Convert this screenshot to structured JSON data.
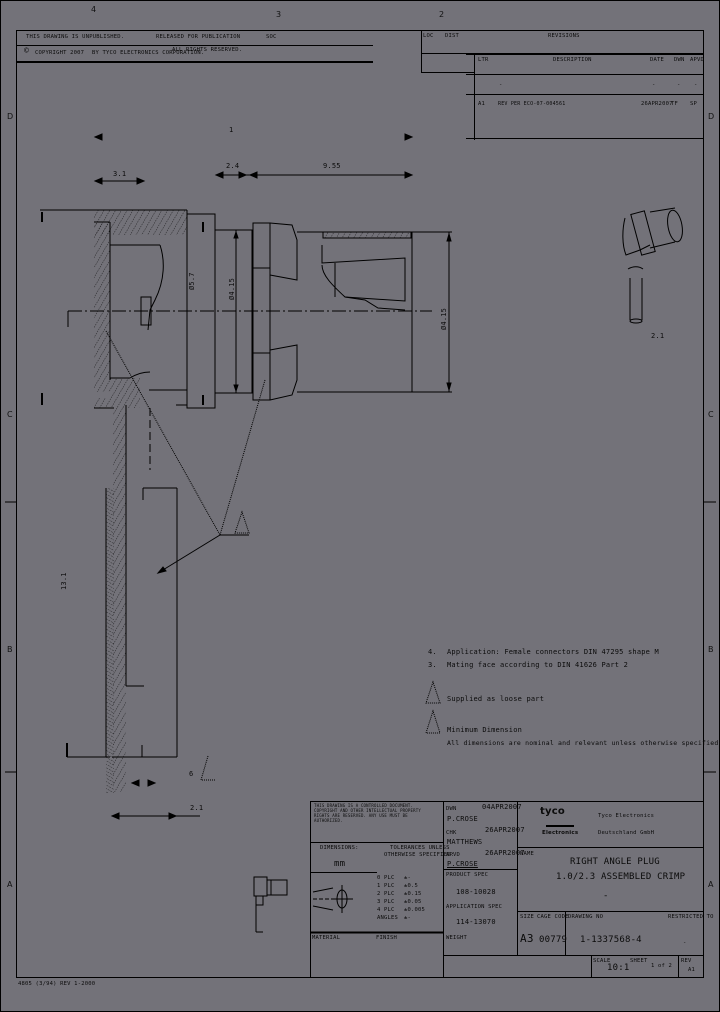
{
  "sheet": {
    "background": "#737279",
    "line_color": "#000000",
    "zones_top": [
      "4",
      "3",
      "2"
    ],
    "zones_side": [
      "D",
      "C",
      "B",
      "A"
    ]
  },
  "header_strip": {
    "drawing_notice": "THIS DRAWING IS UNPUBLISHED.",
    "release_notice": "RELEASED FOR PUBLICATION",
    "copyright": "COPYRIGHT 2007",
    "rights_notice": "BY TYCO ELECTRONICS CORPORATION.",
    "all_rights": "ALL RIGHTS RESERVED.",
    "loc_code": "SOC"
  },
  "revisions": {
    "title": "REVISIONS",
    "loc_label": "LOC",
    "dist_label": "DIST",
    "columns": [
      "LTR",
      "DESCRIPTION",
      "DATE",
      "DWN",
      "APVD"
    ],
    "rows": [
      {
        "ltr": "-",
        "description": "-",
        "date": "-",
        "dwn": "-",
        "apvd": "-"
      },
      {
        "ltr": "A1",
        "description": "REV PER ECO-07-004561",
        "date": "26APR2007",
        "dwn": "TF",
        "apvd": "SP"
      }
    ]
  },
  "dimensions": {
    "overall": "1",
    "left_offset": "3.1",
    "mid_step": "2.4",
    "right_length": "9.55",
    "dia_flange": "Ø5.7",
    "dia_body": "Ø4.15",
    "dia_mating": "Ø4.15",
    "pin_length": "13.1",
    "bottom_width": "2.1",
    "pin_width": "6",
    "iso_view_label": "2.1"
  },
  "notes": [
    {
      "id": "4.",
      "text": "Application: Female connectors DIN 47295 shape M"
    },
    {
      "id": "3.",
      "text": "Mating face according to DIN 41626 Part 2"
    },
    {
      "id": "2",
      "marker": "triangle",
      "text": "Supplied as loose part"
    },
    {
      "id": "1",
      "marker": "triangle",
      "text": "Minimum Dimension",
      "subtext": "All dimensions are nominal and relevant unless otherwise specified"
    }
  ],
  "title_block": {
    "fine_print": "THIS DRAWING IS A CONTROLLED DOCUMENT. COPYRIGHT AND OTHER INTELLECTUAL PROPERTY RIGHTS ARE RESERVED. ANY USE MUST BE AUTHORIZED.",
    "dimensions_label": "DIMENSIONS:",
    "tolerances_label": "TOLERANCES UNLESS",
    "tolerances_label2": "OTHERWISE SPECIFIED:",
    "units": "mm",
    "tolerance_rows": [
      {
        "places": "0 PLC",
        "value": "±-"
      },
      {
        "places": "1 PLC",
        "value": "±0.5"
      },
      {
        "places": "2 PLC",
        "value": "±0.15"
      },
      {
        "places": "3 PLC",
        "value": "±0.05"
      },
      {
        "places": "4 PLC",
        "value": "±0.005"
      },
      {
        "places": "ANGLES",
        "value": "±-"
      }
    ],
    "material_label": "MATERIAL",
    "finish_label": "FINISH",
    "dwn_label": "DWN",
    "dwn_date": "04APR2007",
    "dwn_name": "P.CROSE",
    "chk_label": "CHK",
    "chk_date": "26APR2007",
    "chk_name": "MATTHEWS",
    "appd_label": "APVD",
    "appd_date": "26APR2007",
    "appd_name": "P.CROSE",
    "product_spec_label": "PRODUCT SPEC",
    "product_spec": "108-10028",
    "application_spec_label": "APPLICATION SPEC",
    "application_spec": "114-13070",
    "weight_label": "WEIGHT",
    "company_logo_top": "tyco",
    "company_logo_bottom": "Electronics",
    "company_name": "Tyco Electronics",
    "company_location": "Deutschland GmbH",
    "name_label": "NAME",
    "name_line1": "RIGHT ANGLE PLUG",
    "name_line2": "1.0/2.3 ASSEMBLED CRIMP",
    "name_line3": "-",
    "size_label": "SIZE",
    "cage_code_label": "CAGE CODE",
    "size": "A3",
    "cage_code": "00779",
    "dwg_no_label": "DRAWING NO",
    "dwg_no": "1-1337568-4",
    "restricted_label": "RESTRICTED TO",
    "restricted_value": "-",
    "scale_label": "SCALE",
    "scale": "10:1",
    "sheet_label": "SHEET",
    "sheet": "1 of 2",
    "rev_label": "REV",
    "rev": "A1"
  },
  "footer": {
    "form_code": "4805 (3/94) REV 1-2000"
  }
}
